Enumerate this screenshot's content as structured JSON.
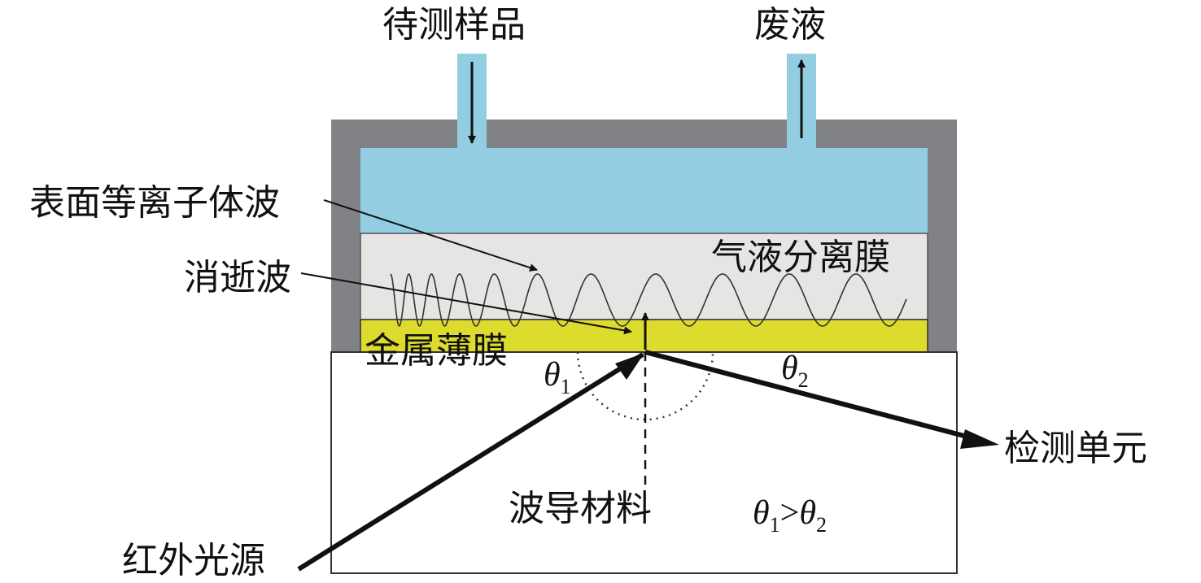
{
  "labels": {
    "sample_inlet": "待测样品",
    "waste": "废液",
    "surface_plasmon_wave": "表面等离子体波",
    "gas_liquid_membrane": "气液分离膜",
    "evanescent_wave": "消逝波",
    "metal_film": "金属薄膜",
    "waveguide": "波导材料",
    "ir_source": "红外光源",
    "detector": "检测单元"
  },
  "angles": {
    "theta1": {
      "symbol": "θ",
      "sub": "1"
    },
    "theta2": {
      "symbol": "θ",
      "sub": "2"
    },
    "relation": {
      "a": "θ",
      "a_sub": "1",
      "op": ">",
      "b": "θ",
      "b_sub": "2"
    }
  },
  "colors": {
    "housing": "#808285",
    "liquid": "#92cde2",
    "membrane": "#e6e5e4",
    "metal_film": "#dddb2e",
    "waveguide": "#ffffff",
    "line": "#111111"
  }
}
